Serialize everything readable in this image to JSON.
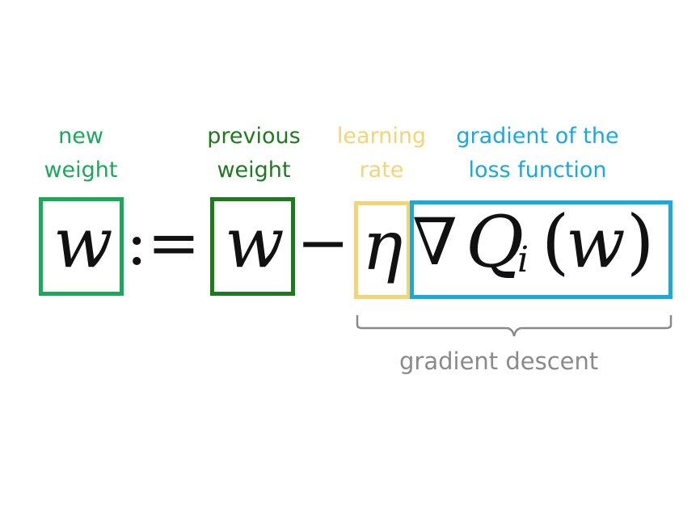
{
  "colors": {
    "new_weight": "#1aa85a",
    "previous_weight": "#1f7a1f",
    "learning_rate": "#f3d477",
    "gradient": "#19a9dd",
    "gradient_descent": "#8a8a8a"
  },
  "labels": {
    "new_weight": [
      "new",
      "weight"
    ],
    "previous_weight": [
      "previous",
      "weight"
    ],
    "learning_rate": [
      "learning",
      "rate"
    ],
    "gradient": [
      "gradient of the",
      "loss function"
    ],
    "gradient_descent": "gradient descent"
  },
  "equation": {
    "w_new": "w",
    "assign": ":=",
    "w_prev": "w",
    "minus": "−",
    "eta": "η",
    "nabla": "∇",
    "Q": "Q",
    "subscript": "i",
    "open_paren": "(",
    "w_arg": "w",
    "close_paren": ")"
  }
}
